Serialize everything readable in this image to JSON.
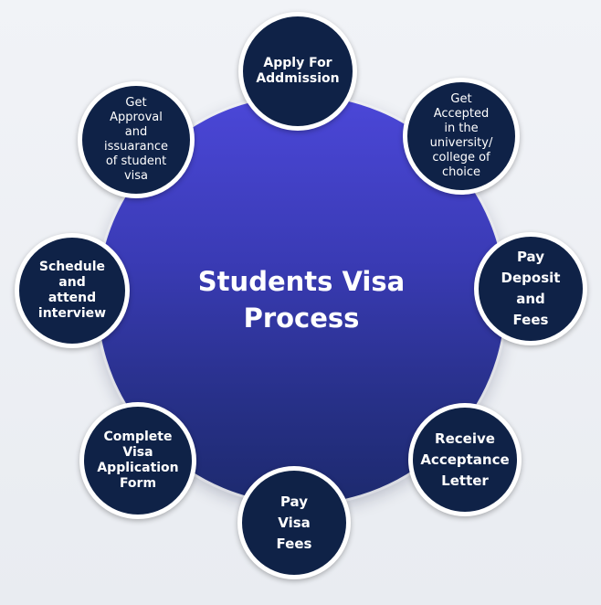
{
  "hub": {
    "title": "Students Visa\nProcess"
  },
  "steps": [
    {
      "label": "Apply For\nAddmission"
    },
    {
      "label": "Get\nAccepted\nin the\nuniversity/\ncollege of\nchoice"
    },
    {
      "label": "Pay\nDeposit\nand\nFees"
    },
    {
      "label": "Receive\nAcceptance\nLetter"
    },
    {
      "label": "Pay\nVisa\nFees"
    },
    {
      "label": "Complete\nVisa\nApplication\nForm"
    },
    {
      "label": "Schedule\nand\nattend\ninterview"
    },
    {
      "label": "Get\nApproval\nand\nissuarance\nof student\nvisa"
    }
  ],
  "colors": {
    "hub_top": "#4b47d8",
    "hub_bottom": "#1d2a6e",
    "step_fill": "#0f2247",
    "step_border": "#ffffff"
  }
}
